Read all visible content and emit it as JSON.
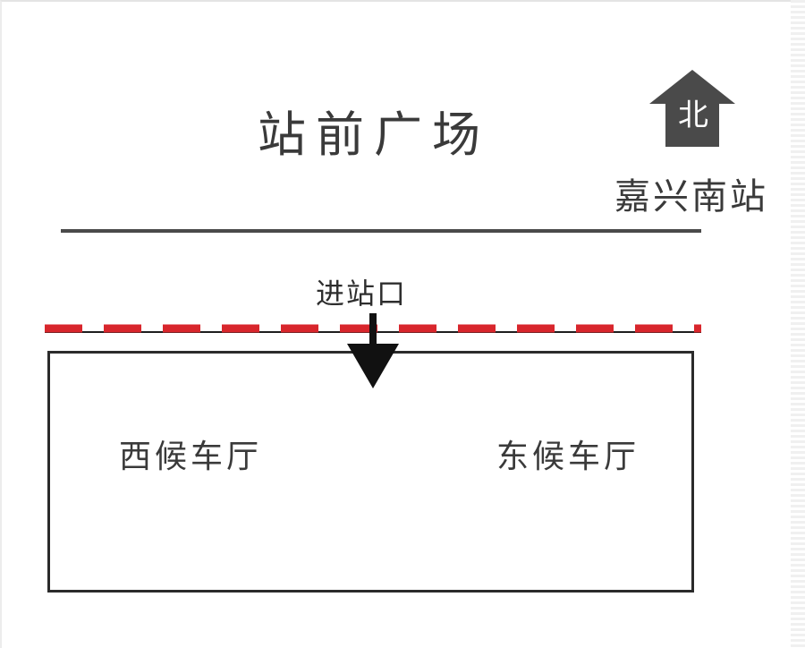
{
  "diagram": {
    "plaza_label": "站前广场",
    "station_label": "嘉兴南站",
    "north_label": "北",
    "entrance_label": "进站口",
    "west_hall_label": "西候车厅",
    "east_hall_label": "东候车厅"
  },
  "colors": {
    "text": "#3a3a3a",
    "boundary_dash": "#d8262c",
    "outline": "#2b2b2b",
    "north_icon": "#4a4a4a"
  },
  "icons": {
    "north": "house-north-icon",
    "entrance_arrow": "arrow-down-icon"
  }
}
